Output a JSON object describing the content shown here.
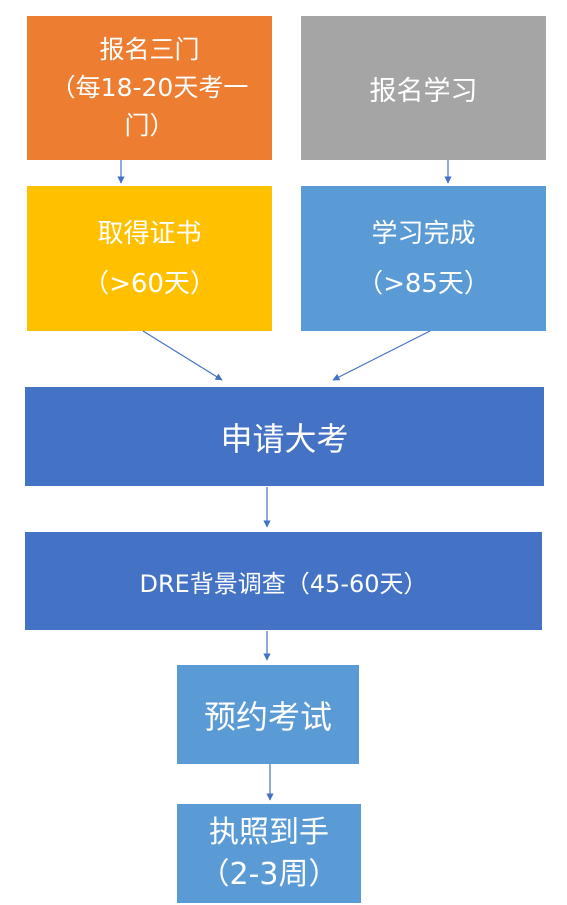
{
  "colors": {
    "orange": "#ed7d31",
    "gray": "#a5a5a5",
    "yellow": "#ffc000",
    "light_blue": "#5b9bd5",
    "dark_blue": "#4472c4",
    "arrow": "#4472c4"
  },
  "boxes": {
    "register_three": {
      "line1": "报名三门",
      "line2": "（每18-20天考一",
      "line3": "门）"
    },
    "register_study": {
      "line1": "报名学习"
    },
    "get_certificate": {
      "line1": "取得证书",
      "line2": "（>60天）"
    },
    "study_complete": {
      "line1": "学习完成",
      "line2": "（>85天）"
    },
    "apply_exam": {
      "line1": "申请大考"
    },
    "dre_check": {
      "line1": "DRE背景调查（45-60天）"
    },
    "book_exam": {
      "line1": "预约考试"
    },
    "license_received": {
      "line1": "执照到手",
      "line2": "（2-3周）"
    }
  }
}
